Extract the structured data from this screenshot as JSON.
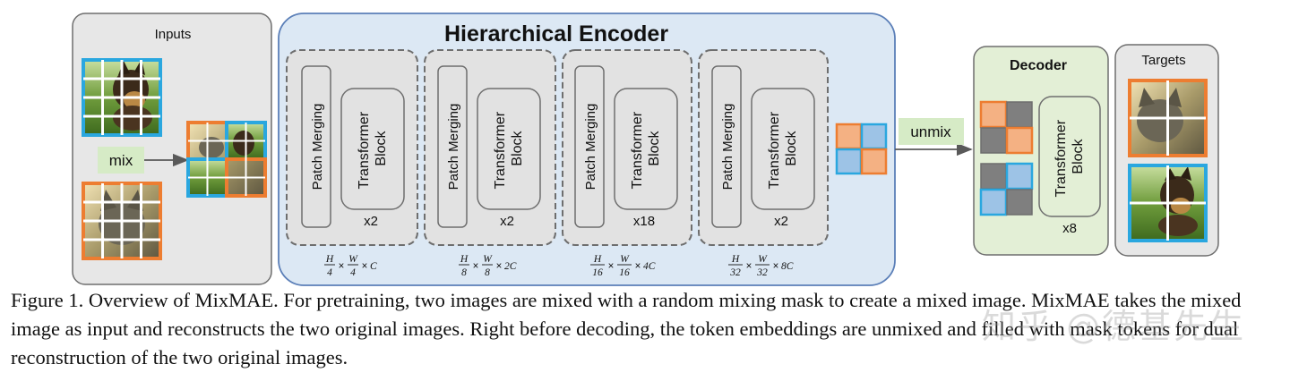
{
  "inputs_panel": {
    "title": "Inputs",
    "mix_label": "mix"
  },
  "encoder": {
    "title": "Hierarchical Encoder",
    "stages": [
      {
        "merge_label": "Patch Merging",
        "block_label": [
          "Transformer",
          "Block"
        ],
        "repeat": "x2",
        "dim": {
          "h": "H",
          "hden": "4",
          "w": "W",
          "wden": "4",
          "c": "C"
        }
      },
      {
        "merge_label": "Patch Merging",
        "block_label": [
          "Transformer",
          "Block"
        ],
        "repeat": "x2",
        "dim": {
          "h": "H",
          "hden": "8",
          "w": "W",
          "wden": "8",
          "c": "2C"
        }
      },
      {
        "merge_label": "Patch Merging",
        "block_label": [
          "Transformer",
          "Block"
        ],
        "repeat": "x18",
        "dim": {
          "h": "H",
          "hden": "16",
          "w": "W",
          "wden": "16",
          "c": "4C"
        }
      },
      {
        "merge_label": "Patch Merging",
        "block_label": [
          "Transformer",
          "Block"
        ],
        "repeat": "x2",
        "dim": {
          "h": "H",
          "hden": "32",
          "w": "W",
          "wden": "32",
          "c": "8C"
        }
      }
    ]
  },
  "unmix_label": "unmix",
  "decoder": {
    "title": "Decoder",
    "block_label": [
      "Transformer",
      "Block"
    ],
    "repeat": "x8"
  },
  "targets_panel": {
    "title": "Targets"
  },
  "colors": {
    "panel_gray": "#e7e7e7",
    "encoder_fill": "#dce8f4",
    "encoder_stroke": "#5b7fb8",
    "decoder_fill": "#e3efd6",
    "green_label": "#d6ebc6",
    "orange": "#ed7d31",
    "blue": "#2aa7df",
    "orange_fill": "#f4b183",
    "blue_fill": "#9dc3e6",
    "dark_gray": "#7f7f7f"
  },
  "icons": [
    "dog-photo",
    "cat-photo",
    "mixed-photo"
  ],
  "caption": "Figure 1. Overview of MixMAE. For pretraining, two images are mixed with a random mixing mask to create a mixed image. MixMAE takes the mixed image as input and reconstructs the two original images. Right before decoding, the token embeddings are unmixed and filled with mask tokens for dual reconstruction of the two original images.",
  "watermark": "知乎 @德基先生"
}
